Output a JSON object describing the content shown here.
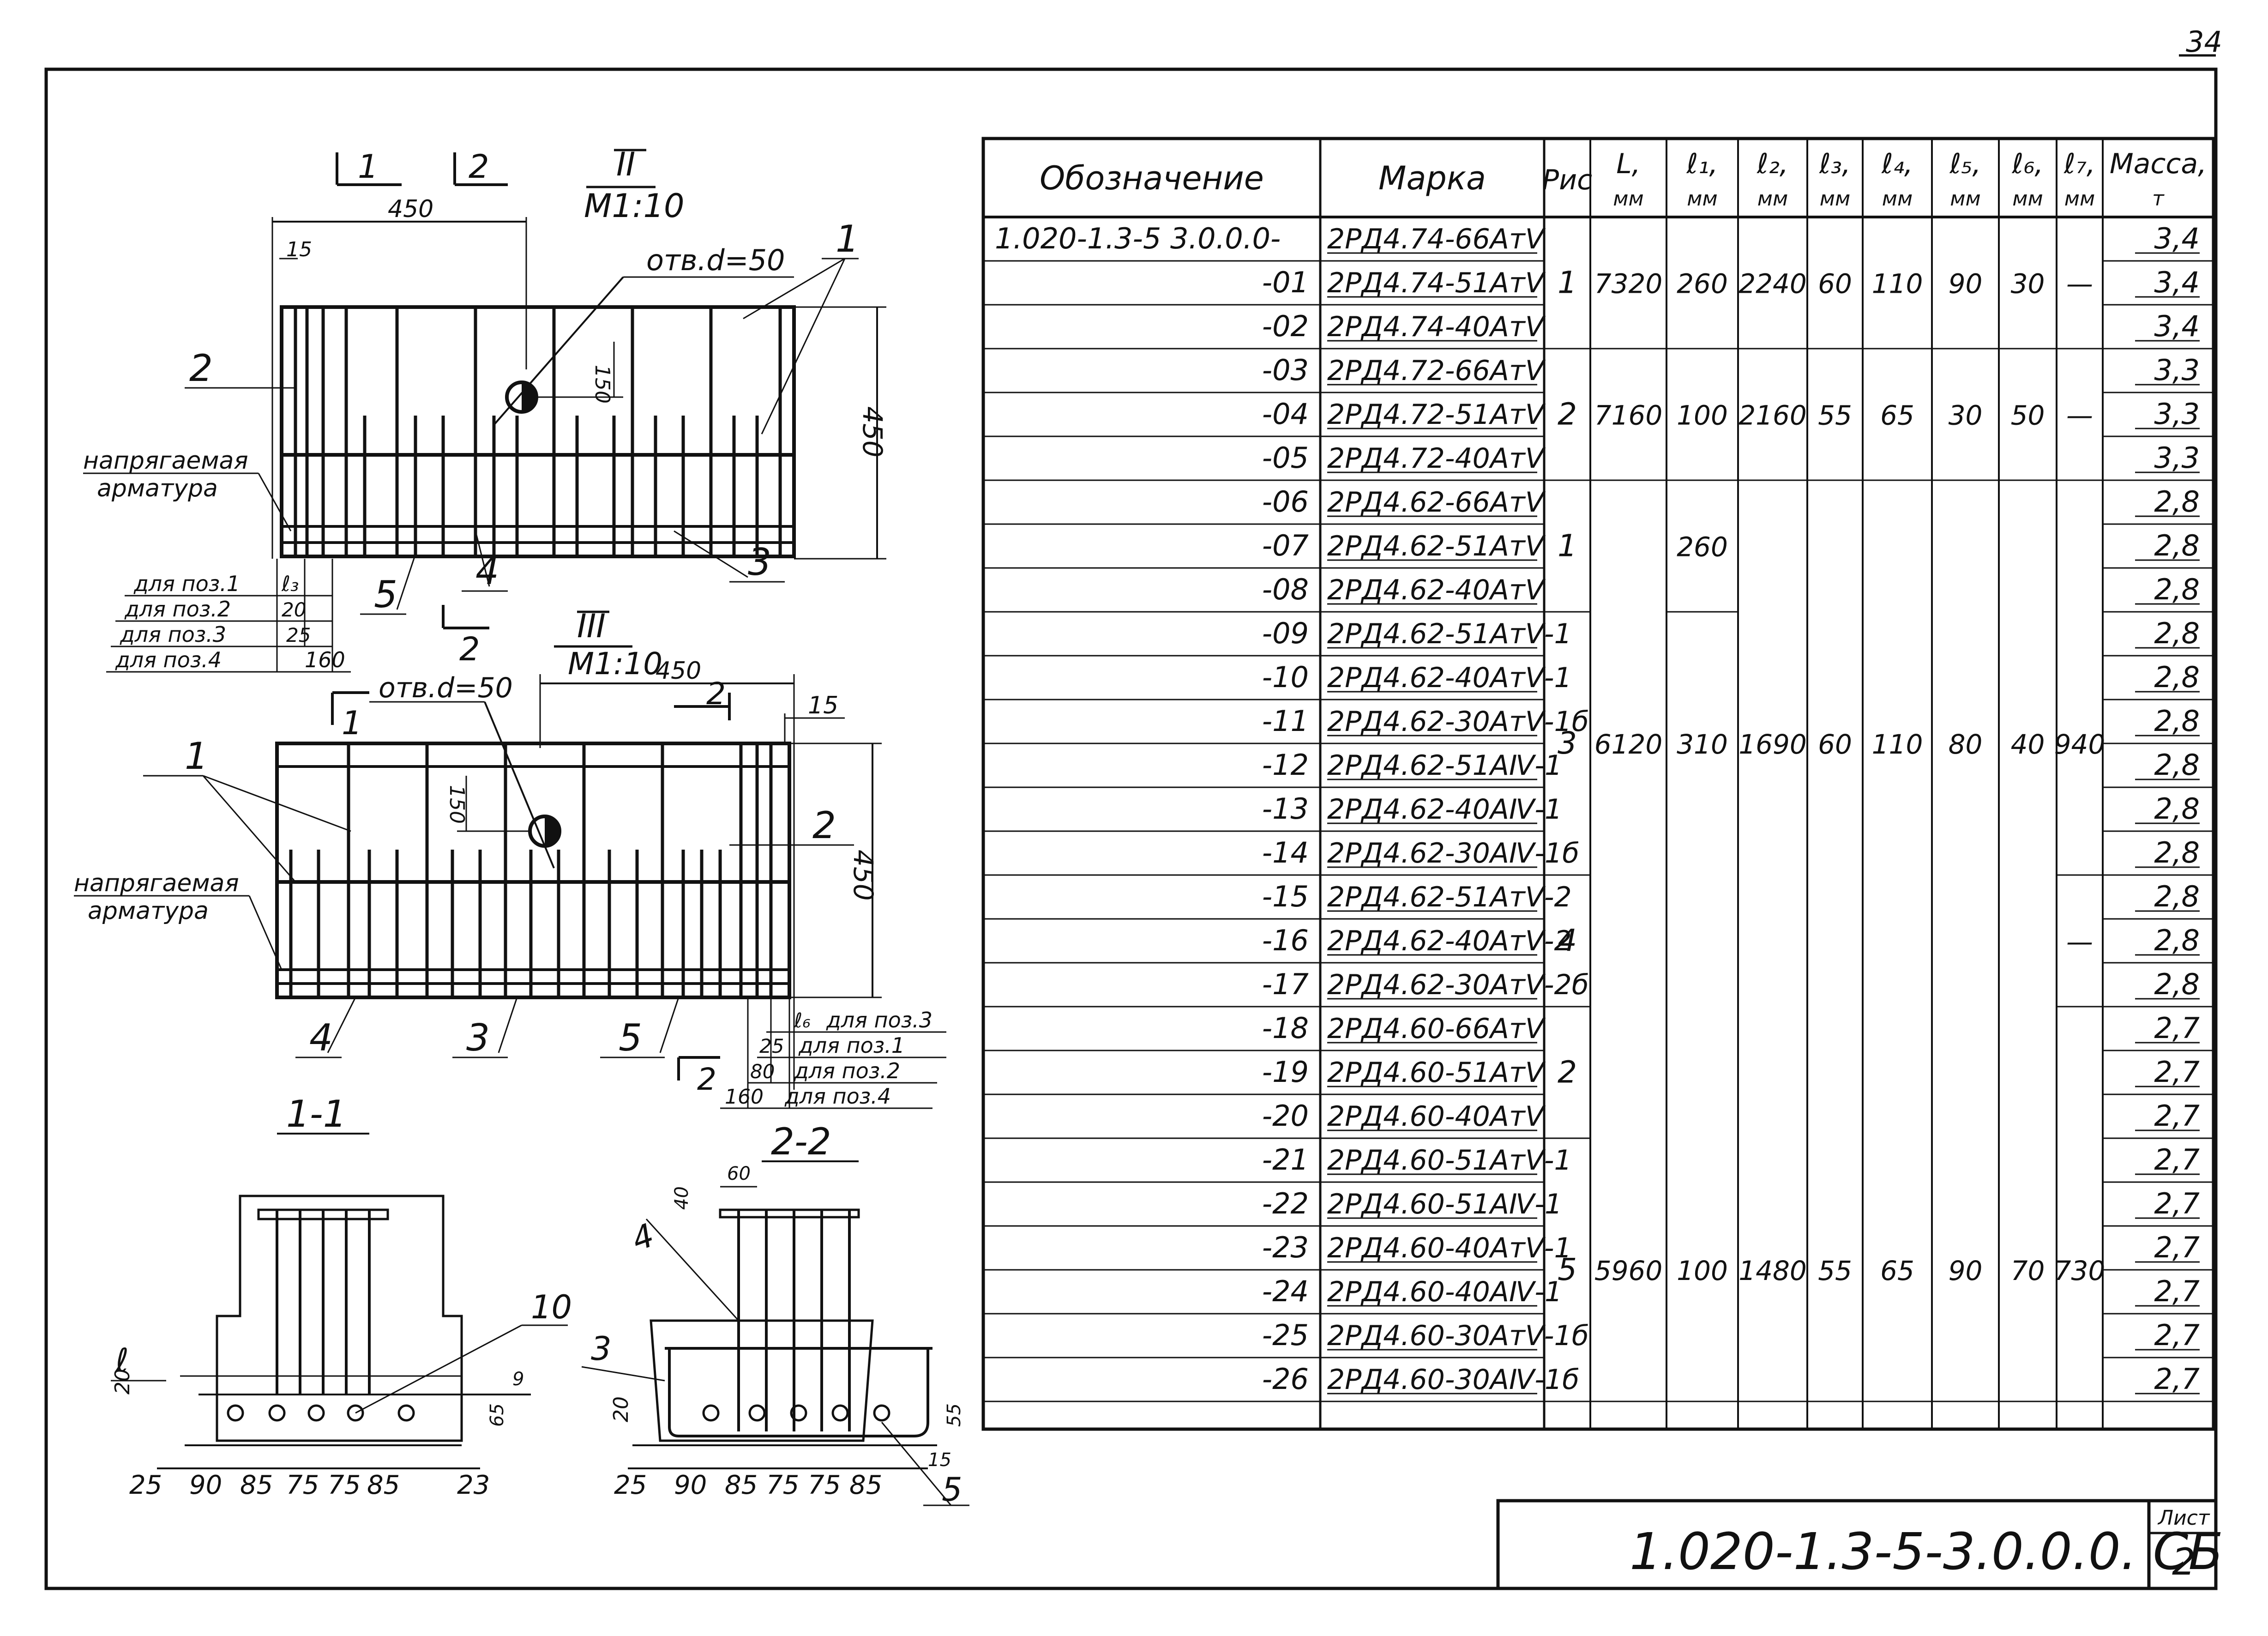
{
  "page_number": "34",
  "sheet_label": "Лист",
  "sheet_number": "2",
  "doc_code": "1.020-1.3-5-3.0.0.0. СБ",
  "table": {
    "headers": [
      [
        "Обозначение"
      ],
      [
        "Марка"
      ],
      [
        "Рис"
      ],
      [
        "L,",
        "мм"
      ],
      [
        "ℓ₁,",
        "мм"
      ],
      [
        "ℓ₂,",
        "мм"
      ],
      [
        "ℓ₃,",
        "мм"
      ],
      [
        "ℓ₄,",
        "мм"
      ],
      [
        "ℓ₅,",
        "мм"
      ],
      [
        "ℓ₆,",
        "мм"
      ],
      [
        "ℓ₇,",
        "мм"
      ],
      [
        "Масса,",
        "т"
      ]
    ],
    "rows": [
      {
        "oboz": "1.020-1.3-5 3.0.0.0-",
        "marka": "2РД4.74-66АтⅤ",
        "massa": "3,4"
      },
      {
        "oboz": "-01",
        "marka": "2РД4.74-51АтⅤ",
        "massa": "3,4"
      },
      {
        "oboz": "-02",
        "marka": "2РД4.74-40АтⅤ",
        "massa": "3,4"
      },
      {
        "oboz": "-03",
        "marka": "2РД4.72-66АтⅤ",
        "massa": "3,3"
      },
      {
        "oboz": "-04",
        "marka": "2РД4.72-51АтⅤ",
        "massa": "3,3"
      },
      {
        "oboz": "-05",
        "marka": "2РД4.72-40АтⅤ",
        "massa": "3,3"
      },
      {
        "oboz": "-06",
        "marka": "2РД4.62-66АтⅤ",
        "massa": "2,8"
      },
      {
        "oboz": "-07",
        "marka": "2РД4.62-51АтⅤ",
        "massa": "2,8"
      },
      {
        "oboz": "-08",
        "marka": "2РД4.62-40АтⅤ",
        "massa": "2,8"
      },
      {
        "oboz": "-09",
        "marka": "2РД4.62-51АтⅤ-1",
        "massa": "2,8"
      },
      {
        "oboz": "-10",
        "marka": "2РД4.62-40АтⅤ-1",
        "massa": "2,8"
      },
      {
        "oboz": "-11",
        "marka": "2РД4.62-30АтⅤ-1б",
        "massa": "2,8"
      },
      {
        "oboz": "-12",
        "marka": "2РД4.62-51АⅣ-1",
        "massa": "2,8"
      },
      {
        "oboz": "-13",
        "marka": "2РД4.62-40АⅣ-1",
        "massa": "2,8"
      },
      {
        "oboz": "-14",
        "marka": "2РД4.62-30АⅣ-1б",
        "massa": "2,8"
      },
      {
        "oboz": "-15",
        "marka": "2РД4.62-51АтⅤ-2",
        "massa": "2,8"
      },
      {
        "oboz": "-16",
        "marka": "2РД4.62-40АтⅤ-2",
        "massa": "2,8"
      },
      {
        "oboz": "-17",
        "marka": "2РД4.62-30АтⅤ-2б",
        "massa": "2,8"
      },
      {
        "oboz": "-18",
        "marka": "2РД4.60-66АтⅤ",
        "massa": "2,7"
      },
      {
        "oboz": "-19",
        "marka": "2РД4.60-51АтⅤ",
        "massa": "2,7"
      },
      {
        "oboz": "-20",
        "marka": "2РД4.60-40АтⅤ",
        "massa": "2,7"
      },
      {
        "oboz": "-21",
        "marka": "2РД4.60-51АтⅤ-1",
        "massa": "2,7"
      },
      {
        "oboz": "-22",
        "marka": "2РД4.60-51АⅣ-1",
        "massa": "2,7"
      },
      {
        "oboz": "-23",
        "marka": "2РД4.60-40АтⅤ-1",
        "massa": "2,7"
      },
      {
        "oboz": "-24",
        "marka": "2РД4.60-40АⅣ-1",
        "massa": "2,7"
      },
      {
        "oboz": "-25",
        "marka": "2РД4.60-30АтⅤ-1б",
        "massa": "2,7"
      },
      {
        "oboz": "-26",
        "marka": "2РД4.60-30АⅣ-1б",
        "massa": "2,7"
      }
    ],
    "groups": [
      {
        "first": 0,
        "last": 2,
        "ris": "1",
        "L": "7320",
        "l1": "260",
        "l2": "2240",
        "l3": "60",
        "l4": "110",
        "l5": "90",
        "l6": "30",
        "l7": "—"
      },
      {
        "first": 3,
        "last": 5,
        "ris": "2",
        "L": "7160",
        "l1": "100",
        "l2": "2160",
        "l3": "55",
        "l4": "65",
        "l5": "30",
        "l6": "50",
        "l7": "—"
      },
      {
        "first": 6,
        "last": 8,
        "ris": "1",
        "L": "",
        "l1": "260",
        "l2": "",
        "l3": "",
        "l4": "",
        "l5": "",
        "l6": "",
        "l7": ""
      },
      {
        "first": 9,
        "last": 14,
        "ris": "3",
        "L": "6120",
        "l1": "310",
        "l2": "1690",
        "l3": "60",
        "l4": "110",
        "l5": "80",
        "l6": "40",
        "l7": "940"
      },
      {
        "first": 15,
        "last": 17,
        "ris": "4",
        "L": "",
        "l1": "",
        "l2": "",
        "l3": "",
        "l4": "",
        "l5": "",
        "l6": "",
        "l7": "—"
      },
      {
        "first": 18,
        "last": 20,
        "ris": "2",
        "L": "",
        "l1": "",
        "l2": "",
        "l3": "",
        "l4": "",
        "l5": "",
        "l6": "",
        "l7": ""
      },
      {
        "first": 21,
        "last": 26,
        "ris": "5",
        "L": "5960",
        "l1": "100",
        "l2": "1480",
        "l3": "55",
        "l4": "65",
        "l5": "90",
        "l6": "70",
        "l7": "730"
      }
    ]
  },
  "drawing": {
    "top_view": {
      "section_marks": [
        "1",
        "2"
      ],
      "view_label": "II",
      "scale": "М1:10",
      "dim_width": "450",
      "dim_15": "15",
      "hole": "отв.d=50",
      "dim_150": "150",
      "dim_height": "450",
      "callouts": [
        "1",
        "2",
        "3",
        "4",
        "5"
      ],
      "note_line1": "напрягаемая",
      "note_line2": "арматура",
      "cut_mark": "2",
      "legend": [
        {
          "label": "для поз.1",
          "value": "ℓ₃"
        },
        {
          "label": "для поз.2",
          "value": "20"
        },
        {
          "label": "для поз.3",
          "value": "25"
        },
        {
          "label": "для поз.4",
          "value": "160"
        }
      ]
    },
    "mid_view": {
      "view_label": "III",
      "scale": "М1:10",
      "dim_width": "450",
      "dim_15": "15",
      "hole": "отв.d=50",
      "dim_150": "150",
      "dim_height": "450",
      "section_marks": [
        "1",
        "2"
      ],
      "callouts": [
        "1",
        "2",
        "3",
        "4",
        "5"
      ],
      "note_line1": "напрягаемая",
      "note_line2": "арматура",
      "cut_mark": "2",
      "legend": [
        {
          "label": "для поз.3",
          "value": "ℓ₆"
        },
        {
          "label": "для поз.1",
          "value": "25"
        },
        {
          "label": "для поз.2",
          "value": "80"
        },
        {
          "label": "для поз.4",
          "value": "160"
        }
      ]
    },
    "section_1": {
      "title": "1-1",
      "dims": [
        "25",
        "90",
        "85",
        "75",
        "75",
        "85",
        "23"
      ],
      "left_label": "ℓ",
      "dim_20": "20",
      "dim_9": "9",
      "dim_65": "65",
      "callout": "10"
    },
    "section_2": {
      "title": "2-2",
      "dims": [
        "25",
        "90",
        "85",
        "75",
        "75",
        "85"
      ],
      "dim_60": "60",
      "dim_40": "40",
      "dim_20": "20",
      "dim_55": "55",
      "dim_15": "15",
      "callouts": [
        "3",
        "4",
        "5"
      ]
    }
  }
}
